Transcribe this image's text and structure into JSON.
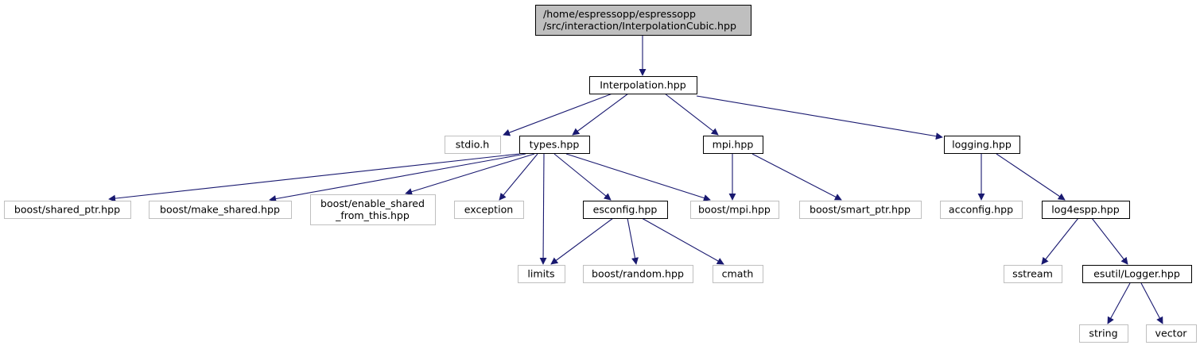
{
  "colors": {
    "edge": "#191970",
    "root_fill": "#bfbfbf",
    "root_stroke": "#000000",
    "documented_stroke": "#000000",
    "external_stroke": "#bfbfbf"
  },
  "nodes": {
    "root": {
      "lines": [
        "/home/espressopp/espressopp",
        "/src/interaction/InterpolationCubic.hpp"
      ],
      "kind": "root"
    },
    "interpolation": {
      "lines": [
        "Interpolation.hpp"
      ],
      "kind": "documented"
    },
    "stdio": {
      "lines": [
        "stdio.h"
      ],
      "kind": "external"
    },
    "types": {
      "lines": [
        "types.hpp"
      ],
      "kind": "documented"
    },
    "mpi_hpp": {
      "lines": [
        "mpi.hpp"
      ],
      "kind": "documented"
    },
    "logging": {
      "lines": [
        "logging.hpp"
      ],
      "kind": "documented"
    },
    "shared_ptr": {
      "lines": [
        "boost/shared_ptr.hpp"
      ],
      "kind": "external"
    },
    "make_shared": {
      "lines": [
        "boost/make_shared.hpp"
      ],
      "kind": "external"
    },
    "enable_shared": {
      "lines": [
        "boost/enable_shared",
        "_from_this.hpp"
      ],
      "kind": "external"
    },
    "exception": {
      "lines": [
        "exception"
      ],
      "kind": "external"
    },
    "esconfig": {
      "lines": [
        "esconfig.hpp"
      ],
      "kind": "documented"
    },
    "boost_mpi": {
      "lines": [
        "boost/mpi.hpp"
      ],
      "kind": "external"
    },
    "smart_ptr": {
      "lines": [
        "boost/smart_ptr.hpp"
      ],
      "kind": "external"
    },
    "acconfig": {
      "lines": [
        "acconfig.hpp"
      ],
      "kind": "external"
    },
    "log4espp": {
      "lines": [
        "log4espp.hpp"
      ],
      "kind": "documented"
    },
    "limits": {
      "lines": [
        "limits"
      ],
      "kind": "external"
    },
    "boost_random": {
      "lines": [
        "boost/random.hpp"
      ],
      "kind": "external"
    },
    "cmath": {
      "lines": [
        "cmath"
      ],
      "kind": "external"
    },
    "sstream": {
      "lines": [
        "sstream"
      ],
      "kind": "external"
    },
    "logger": {
      "lines": [
        "esutil/Logger.hpp"
      ],
      "kind": "documented"
    },
    "string": {
      "lines": [
        "string"
      ],
      "kind": "external"
    },
    "vector": {
      "lines": [
        "vector"
      ],
      "kind": "external"
    }
  },
  "edges": [
    [
      "root",
      "interpolation"
    ],
    [
      "interpolation",
      "stdio"
    ],
    [
      "interpolation",
      "types"
    ],
    [
      "interpolation",
      "mpi_hpp"
    ],
    [
      "interpolation",
      "logging"
    ],
    [
      "types",
      "shared_ptr"
    ],
    [
      "types",
      "make_shared"
    ],
    [
      "types",
      "enable_shared"
    ],
    [
      "types",
      "exception"
    ],
    [
      "types",
      "limits"
    ],
    [
      "types",
      "esconfig"
    ],
    [
      "types",
      "boost_mpi"
    ],
    [
      "mpi_hpp",
      "boost_mpi"
    ],
    [
      "mpi_hpp",
      "smart_ptr"
    ],
    [
      "esconfig",
      "limits"
    ],
    [
      "esconfig",
      "boost_random"
    ],
    [
      "esconfig",
      "cmath"
    ],
    [
      "logging",
      "acconfig"
    ],
    [
      "logging",
      "log4espp"
    ],
    [
      "log4espp",
      "sstream"
    ],
    [
      "log4espp",
      "logger"
    ],
    [
      "logger",
      "string"
    ],
    [
      "logger",
      "vector"
    ]
  ]
}
